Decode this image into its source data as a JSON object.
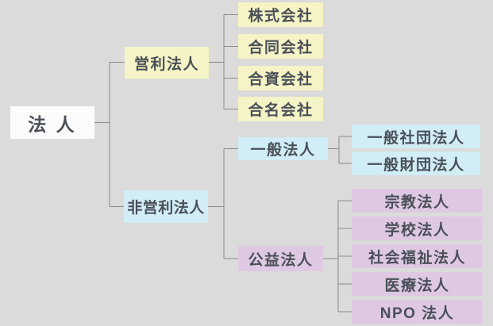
{
  "nodes": {
    "root": "法 人",
    "profit": "営利法人",
    "profit_children": [
      "株式会社",
      "合同会社",
      "合資会社",
      "合名会社"
    ],
    "nonprofit": "非営利法人",
    "general": "一般法人",
    "general_children": [
      "一般社団法人",
      "一般財団法人"
    ],
    "public": "公益法人",
    "public_children": [
      "宗教法人",
      "学校法人",
      "社会福祉法人",
      "医療法人",
      "NPO 法人"
    ]
  },
  "colors": {
    "background": "#dbdbdb",
    "root_bg": "#fcfcfc",
    "profit_bg": "#f4f4c6",
    "nonprofit_bg": "#d1edf5",
    "public_bg": "#dfc9e2",
    "text": "#4a4f58",
    "line": "#8a8a8a"
  }
}
